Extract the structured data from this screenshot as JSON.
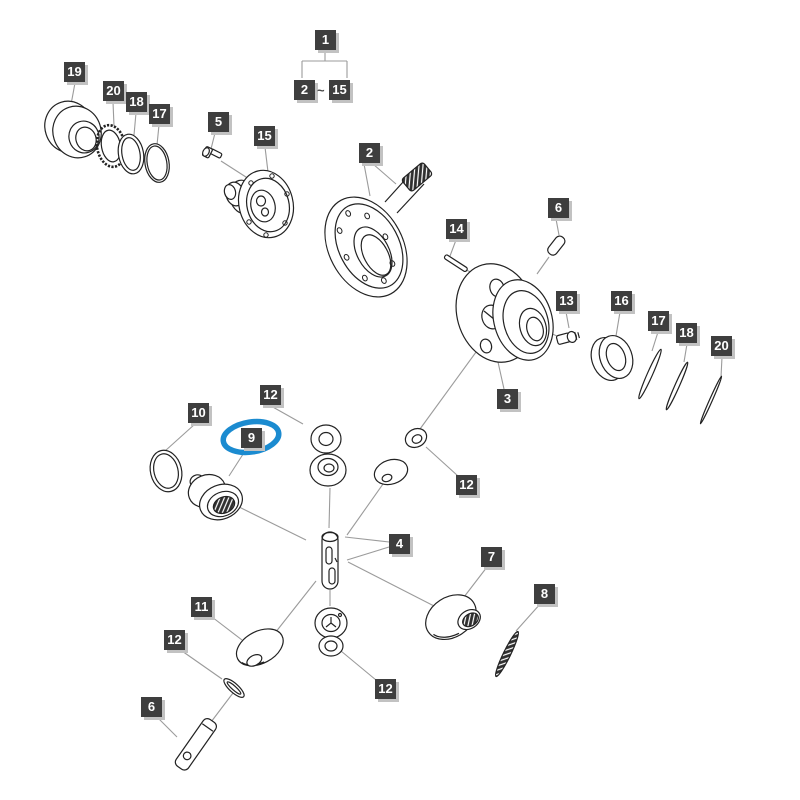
{
  "figure": {
    "type": "exploded-parts-diagram",
    "background": "#ffffff",
    "line_color": "#9b9b9b",
    "part_outline_color": "#222222",
    "label_box_color": "#3e3e3e",
    "label_text_color": "#ffffff"
  },
  "highlight": {
    "color": "#1B8BD0",
    "highlighted_callout": "9"
  },
  "callouts": {
    "c1": "1",
    "c2a": "2",
    "range_tilde": "~",
    "c15a": "15",
    "c19": "19",
    "c20a": "20",
    "c18a": "18",
    "c17a": "17",
    "c5": "5",
    "c15b": "15",
    "c2b": "2",
    "c14": "14",
    "c6a": "6",
    "c13": "13",
    "c16": "16",
    "c17b": "17",
    "c18b": "18",
    "c20b": "20",
    "c3": "3",
    "c10": "10",
    "c9": "9",
    "c12a": "12",
    "c12b": "12",
    "c4": "4",
    "c7": "7",
    "c8": "8",
    "c11": "11",
    "c12c": "12",
    "c12d": "12",
    "c6b": "6"
  }
}
